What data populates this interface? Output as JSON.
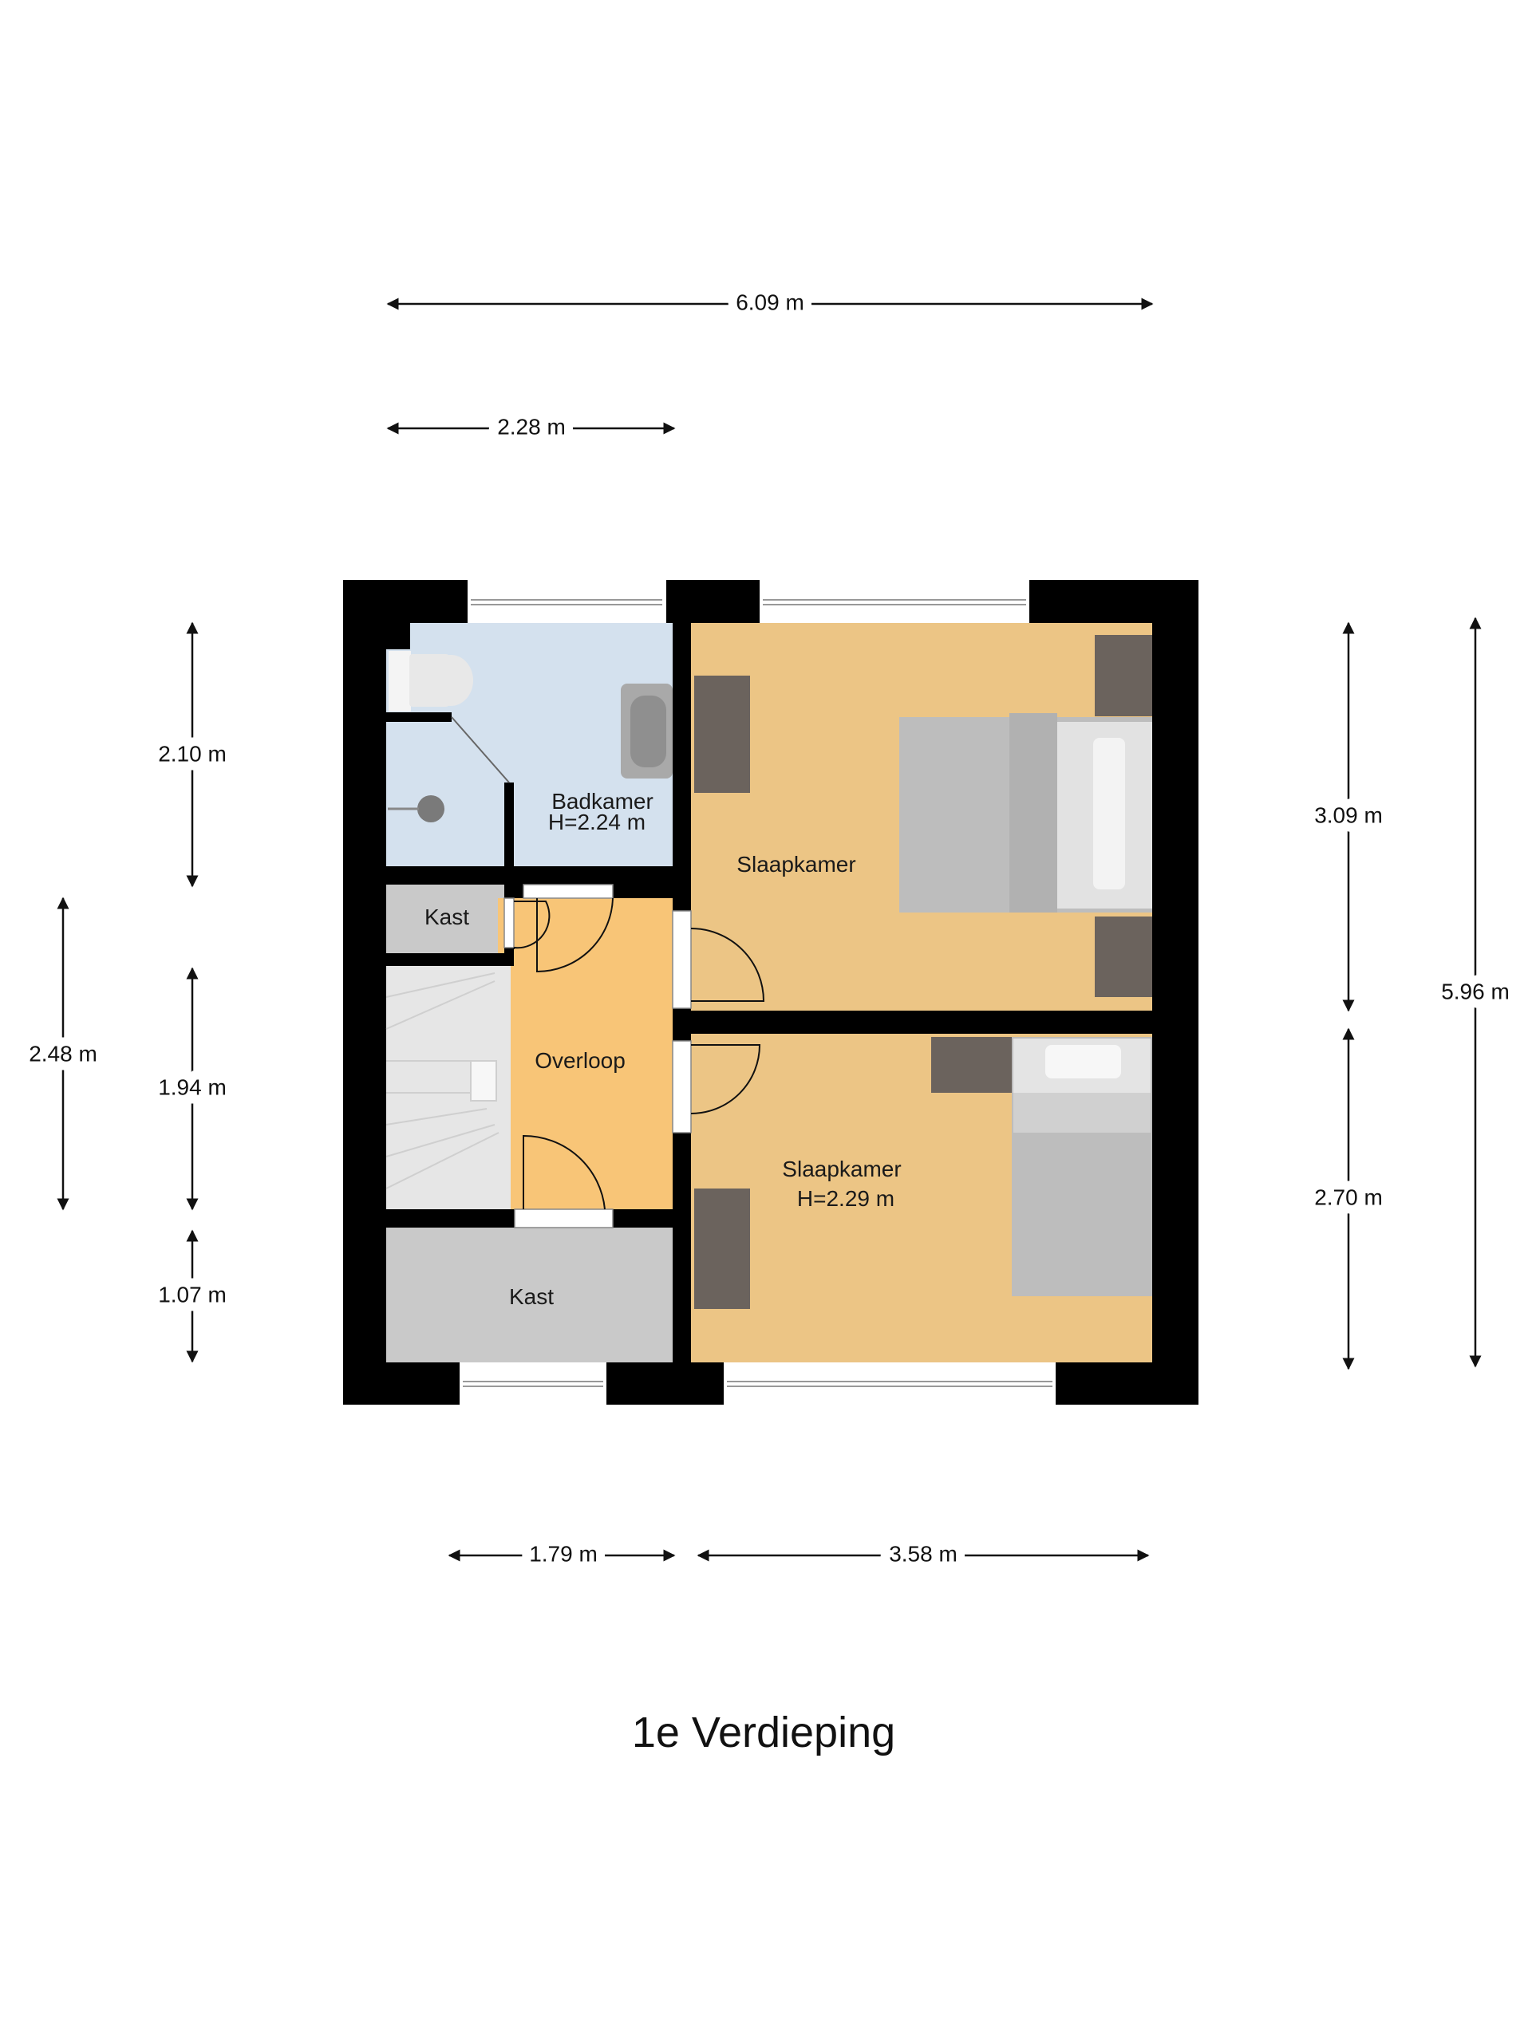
{
  "title": "1e Verdieping",
  "rooms": {
    "badkamer": {
      "name": "Badkamer",
      "height": "H=2.24 m"
    },
    "slaapkamer_top": {
      "name": "Slaapkamer"
    },
    "kast_small": {
      "name": "Kast"
    },
    "overloop": {
      "name": "Overloop"
    },
    "slaapkamer_bottom": {
      "name": "Slaapkamer",
      "height": "H=2.29 m"
    },
    "kast_bottom": {
      "name": "Kast"
    }
  },
  "dimensions": {
    "top_total": "6.09 m",
    "top_left": "2.28 m",
    "bottom_left": "1.79 m",
    "bottom_right": "3.58 m",
    "left_badkamer": "2.10 m",
    "left_outer": "2.48 m",
    "left_stairs": "1.94 m",
    "left_kast": "1.07 m",
    "right_top": "3.09 m",
    "right_bottom": "2.70 m",
    "right_total": "5.96 m"
  },
  "colors": {
    "wall": "#000000",
    "bathroom": "#d4e1ee",
    "bedroom": "#ecc585",
    "landing": "#f8c577",
    "storage": "#c9c9c9"
  }
}
